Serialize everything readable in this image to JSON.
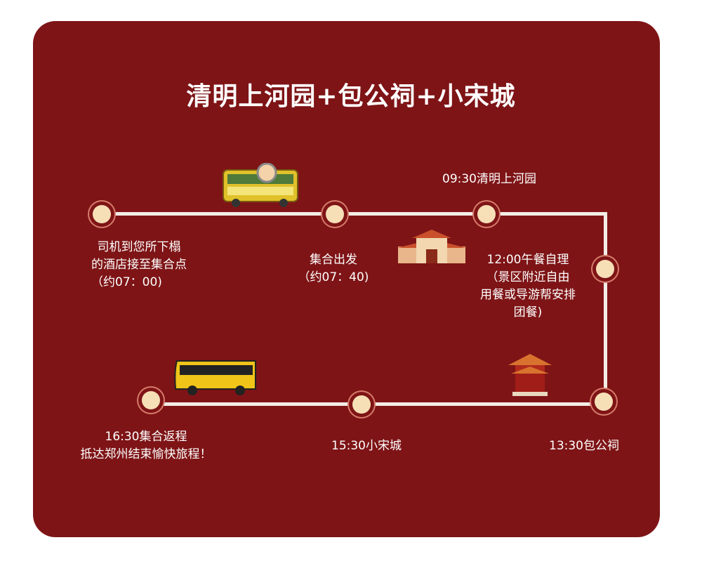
{
  "title": "清明上河园+包公祠+小宋城",
  "stops": [
    {
      "lines": [
        "司机到您所下榻",
        "的酒店接至集合点",
        "（约07：00)"
      ]
    },
    {
      "lines": [
        "集合出发",
        "（约07：40)"
      ]
    },
    {
      "lines": [
        "09:30清明上河园"
      ]
    },
    {
      "lines": [
        "12:00午餐自理",
        "（景区附近自由",
        "用餐或导游帮安排",
        "团餐)"
      ]
    },
    {
      "lines": [
        "13:30包公祠"
      ]
    },
    {
      "lines": [
        "15:30小宋城"
      ]
    },
    {
      "lines": [
        "16:30集合返程",
        "抵达郑州结束愉快旅程！"
      ]
    }
  ],
  "colors": {
    "background": "#7e1416",
    "node": "#f6dfb6",
    "line": "#f3ece6"
  }
}
